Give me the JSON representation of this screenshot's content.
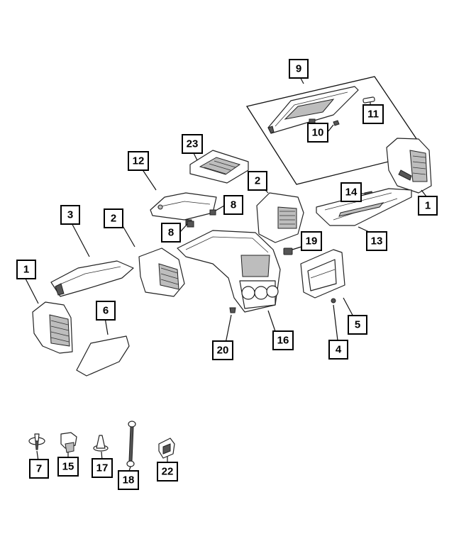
{
  "callouts": [
    {
      "id": "c9",
      "label": "9"
    },
    {
      "id": "c11",
      "label": "11"
    },
    {
      "id": "c10",
      "label": "10"
    },
    {
      "id": "c23",
      "label": "23"
    },
    {
      "id": "c12",
      "label": "12"
    },
    {
      "id": "c2a",
      "label": "2"
    },
    {
      "id": "c14",
      "label": "14"
    },
    {
      "id": "c1a",
      "label": "1"
    },
    {
      "id": "c8a",
      "label": "8"
    },
    {
      "id": "c3",
      "label": "3"
    },
    {
      "id": "c2b",
      "label": "2"
    },
    {
      "id": "c8b",
      "label": "8"
    },
    {
      "id": "c19",
      "label": "19"
    },
    {
      "id": "c13",
      "label": "13"
    },
    {
      "id": "c1b",
      "label": "1"
    },
    {
      "id": "c6",
      "label": "6"
    },
    {
      "id": "c5",
      "label": "5"
    },
    {
      "id": "c16",
      "label": "16"
    },
    {
      "id": "c20",
      "label": "20"
    },
    {
      "id": "c4",
      "label": "4"
    },
    {
      "id": "c7",
      "label": "7"
    },
    {
      "id": "c15",
      "label": "15"
    },
    {
      "id": "c17",
      "label": "17"
    },
    {
      "id": "c18",
      "label": "18"
    },
    {
      "id": "c22",
      "label": "22"
    }
  ]
}
